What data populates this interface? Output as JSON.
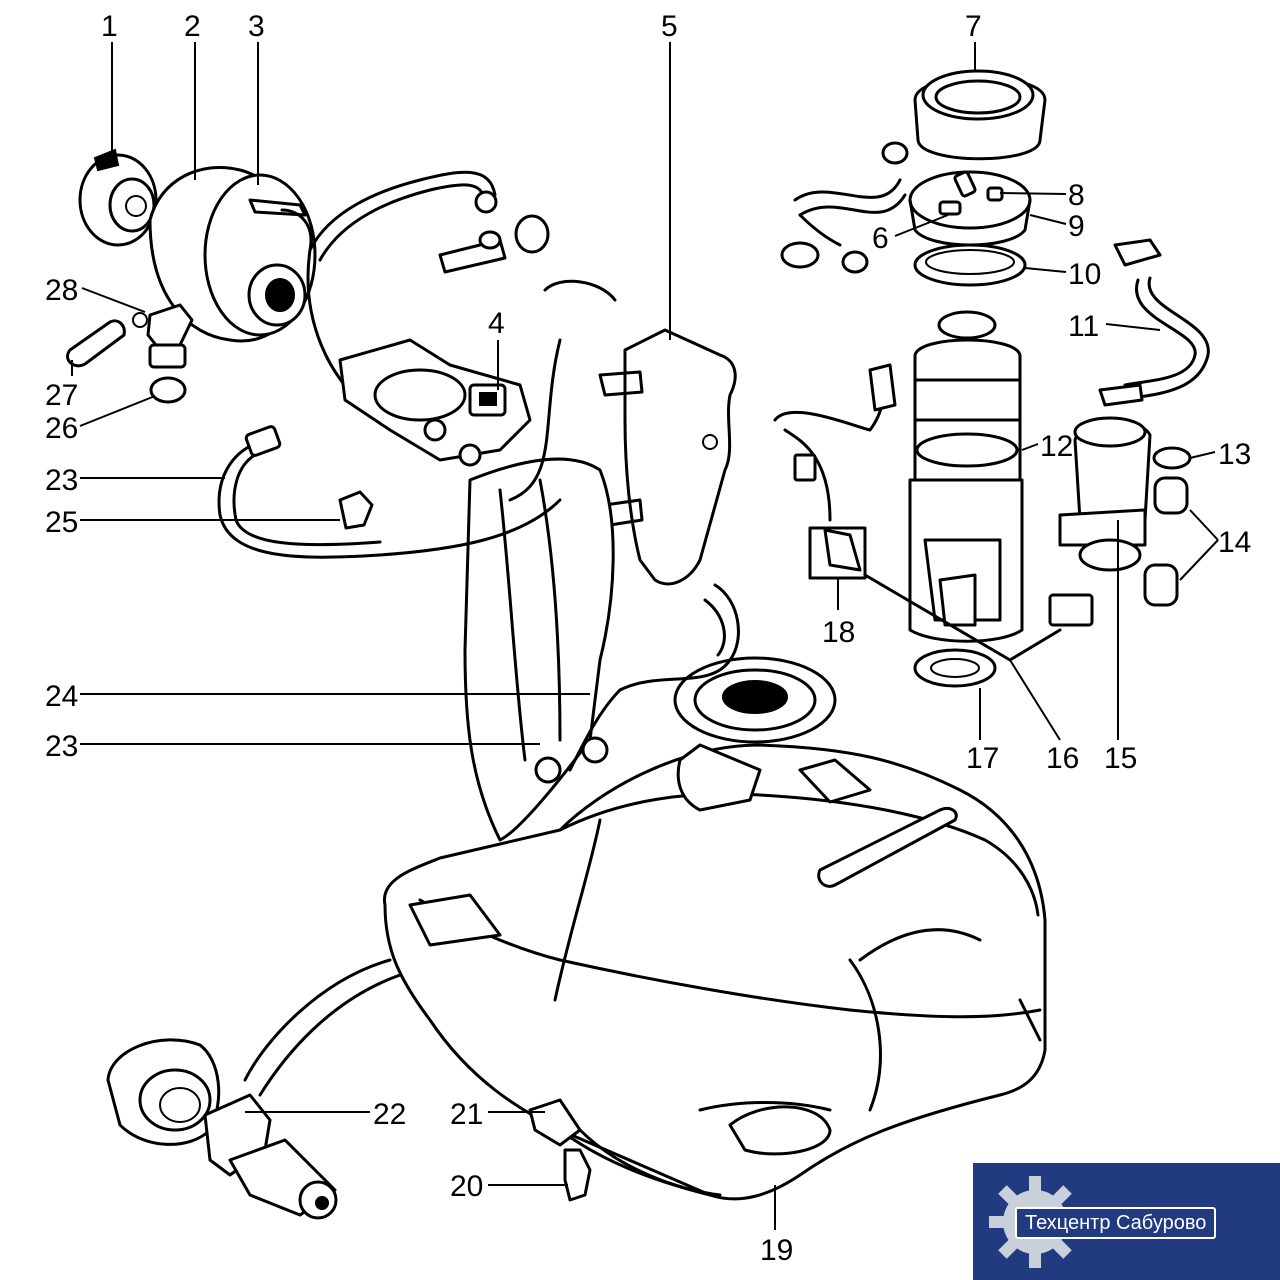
{
  "callouts": [
    "1",
    "2",
    "3",
    "4",
    "5",
    "6",
    "7",
    "8",
    "9",
    "10",
    "11",
    "12",
    "13",
    "14",
    "15",
    "16",
    "17",
    "18",
    "19",
    "20",
    "21",
    "22",
    "23",
    "24",
    "25",
    "26",
    "27",
    "28"
  ],
  "callout_23_second": "23",
  "watermark": {
    "text": "Техцентр Сабурово",
    "background_color": "#213a80",
    "gear_color": "#c9cfdb"
  }
}
